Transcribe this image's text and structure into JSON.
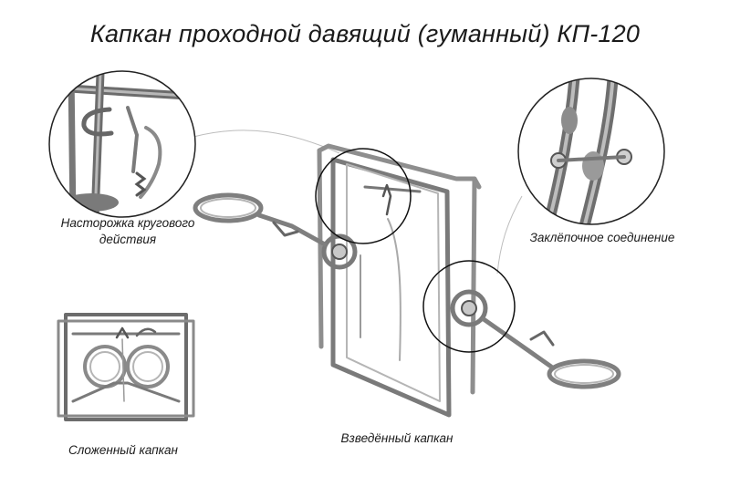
{
  "title": "Капкан проходной давящий (гуманный) КП-120",
  "labels": {
    "trigger_line1": "Насторожка кругового",
    "trigger_line2": "действия",
    "rivet": "Заклёпочное соединение",
    "folded": "Сложенный капкан",
    "cocked": "Взведённый капкан"
  },
  "colors": {
    "metal": "#8a8a8a",
    "metal_dark": "#5a5a5a",
    "metal_light": "#c4c4c4",
    "circle_outline": "#222222",
    "leader_line": "#bdbdbd"
  }
}
